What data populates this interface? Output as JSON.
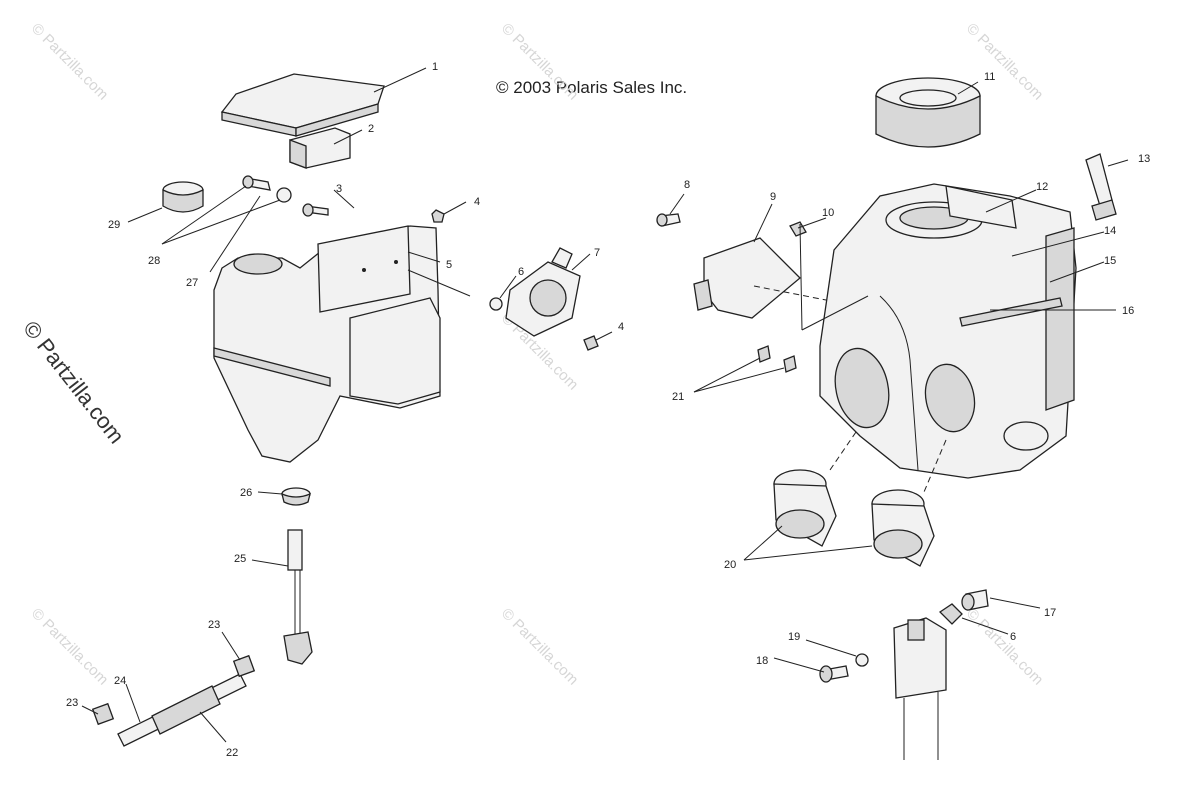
{
  "copyright": "© 2003 Polaris Sales Inc.",
  "watermark": "© Partzilla.com",
  "callouts": [
    "1",
    "2",
    "3",
    "4",
    "5",
    "6",
    "7",
    "8",
    "9",
    "10",
    "11",
    "12",
    "13",
    "14",
    "15",
    "16",
    "17",
    "18",
    "19",
    "20",
    "21",
    "22",
    "23",
    "24",
    "25",
    "26",
    "27",
    "28",
    "29"
  ]
}
